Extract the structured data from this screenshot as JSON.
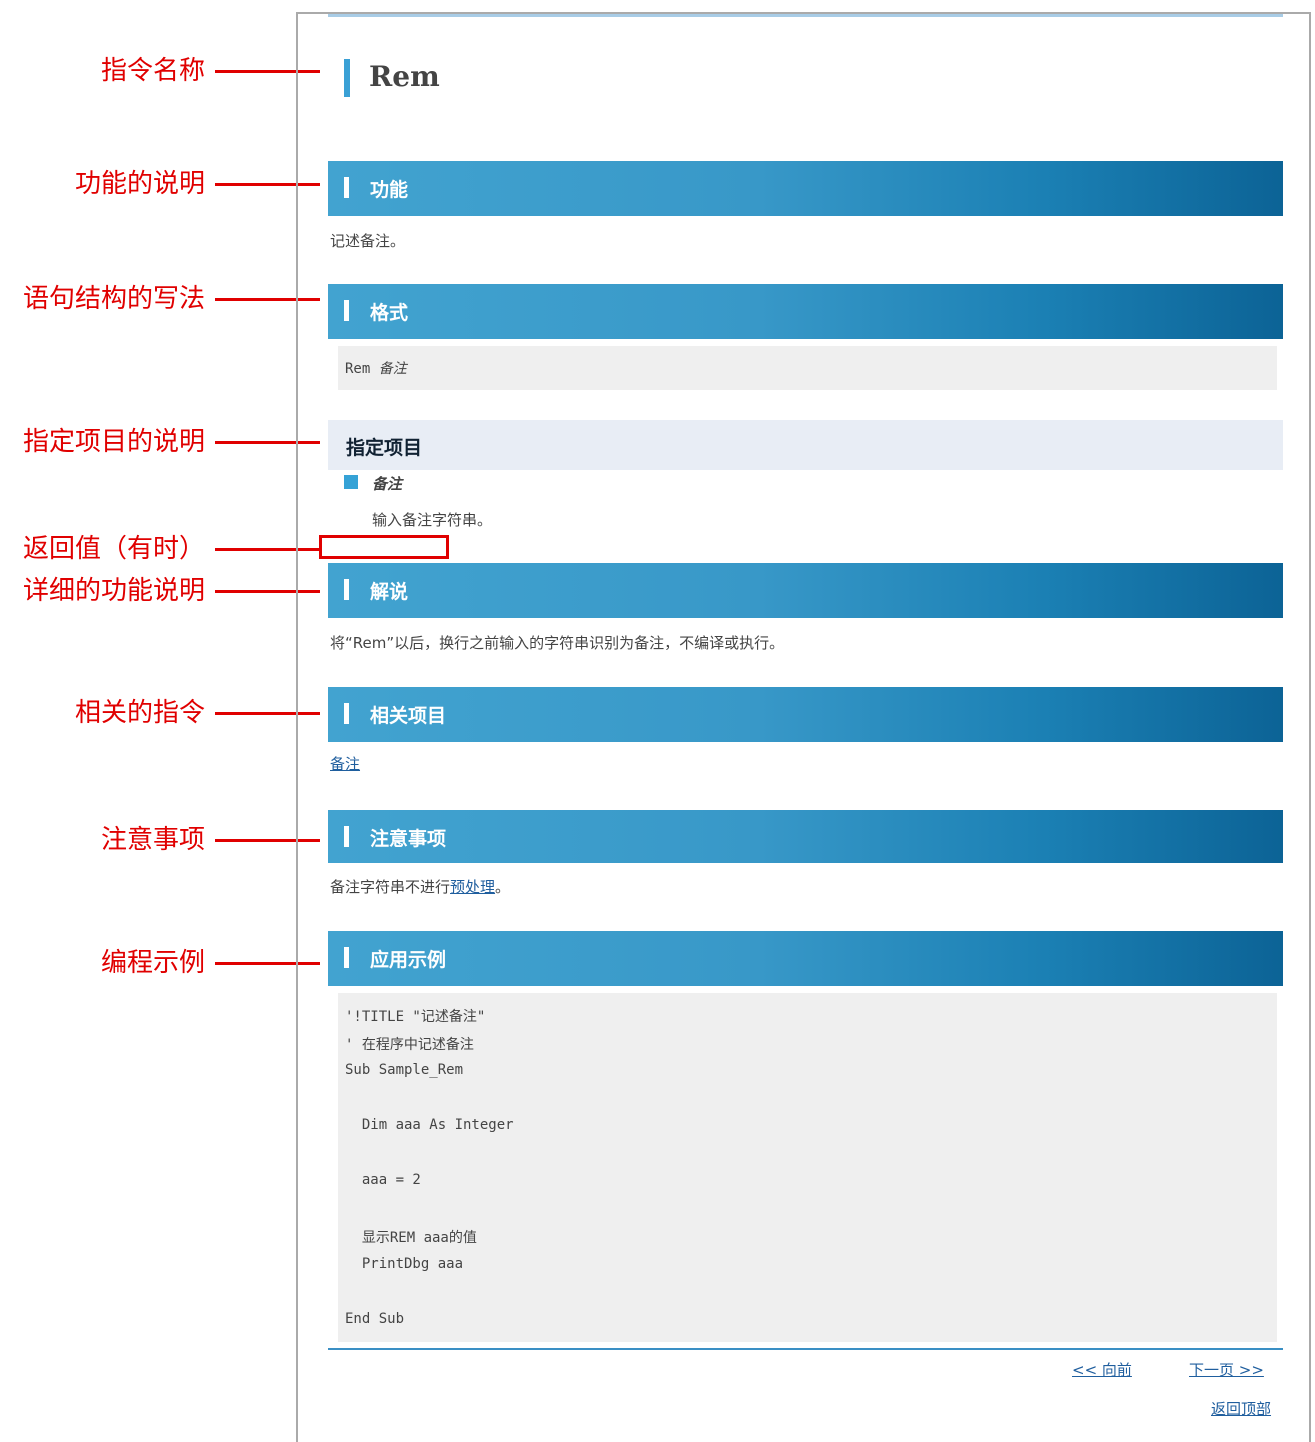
{
  "annotations": [
    "指令名称",
    "功能的说明",
    "语句结构的写法",
    "指定项目的说明",
    "返回值（有时）",
    "详细的功能说明",
    "相关的指令",
    "注意事项",
    "编程示例"
  ],
  "title": "Rem",
  "sections": {
    "function": {
      "heading": "功能",
      "text": "记述备注。"
    },
    "format": {
      "heading": "格式",
      "code_keyword": "Rem",
      "code_arg": "备注"
    },
    "params": {
      "heading": "指定项目",
      "name": "备注",
      "desc": "输入备注字符串。"
    },
    "explain": {
      "heading": "解说",
      "text": "将“Rem”以后，换行之前输入的字符串识别为备注，不编译或执行。"
    },
    "related": {
      "heading": "相关项目",
      "link": "备注"
    },
    "notes": {
      "heading": "注意事项",
      "text_before": "备注字符串不进行",
      "link": "预处理",
      "text_after": "。"
    },
    "example": {
      "heading": "应用示例",
      "lines": [
        "'!TITLE \"记述备注\"",
        "' 在程序中记述备注",
        "Sub Sample_Rem",
        "  Dim aaa As Integer",
        "  aaa = 2",
        "  显示REM aaa的值",
        "  PrintDbg aaa",
        "End Sub"
      ]
    }
  },
  "nav": {
    "prev": "<< 向前",
    "next": "下一页 >>",
    "top": "返回顶部"
  },
  "colors": {
    "annotation": "#e00000",
    "accent": "#3aa0d5"
  }
}
